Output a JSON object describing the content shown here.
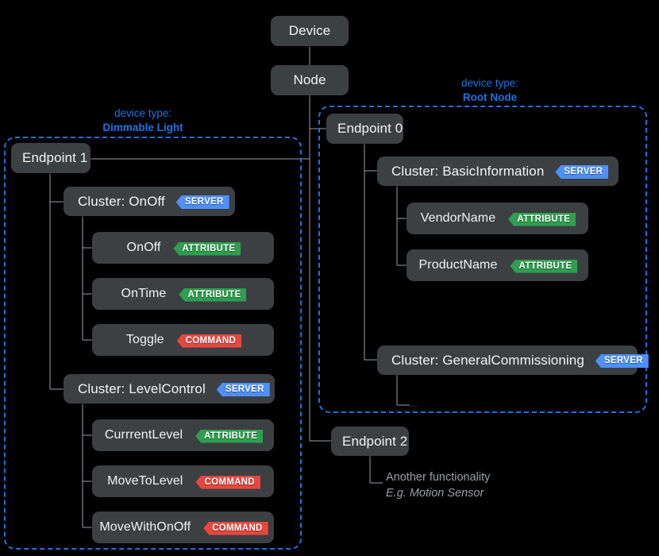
{
  "diagram": {
    "title_nodes": {
      "device": "Device",
      "node": "Node"
    },
    "groups": [
      {
        "id": "dimmable-light",
        "caption_line1": "device type:",
        "caption_line2": "Dimmable Light"
      },
      {
        "id": "root-node",
        "caption_line1": "device type:",
        "caption_line2": "Root Node"
      }
    ],
    "endpoints": {
      "endpoint1": "Endpoint 1",
      "endpoint0": "Endpoint 0",
      "endpoint2": "Endpoint 2"
    },
    "clusters": {
      "onoff": {
        "label": "Cluster: OnOff",
        "badge": "SERVER"
      },
      "levelcontrol": {
        "label": "Cluster: LevelControl",
        "badge": "SERVER"
      },
      "basicinformation": {
        "label": "Cluster: BasicInformation",
        "badge": "SERVER"
      },
      "generalcommissioning": {
        "label": "Cluster: GeneralCommissioning",
        "badge": "SERVER"
      }
    },
    "items": {
      "onoff_attr": {
        "label": "OnOff",
        "badge": "ATTRIBUTE"
      },
      "ontime_attr": {
        "label": "OnTime",
        "badge": "ATTRIBUTE"
      },
      "toggle_cmd": {
        "label": "Toggle",
        "badge": "COMMAND"
      },
      "currentlevel_attr": {
        "label": "CurrrentLevel",
        "badge": "ATTRIBUTE"
      },
      "movetolevel_cmd": {
        "label": "MoveToLevel",
        "badge": "COMMAND"
      },
      "movewithonoff_cmd": {
        "label": "MoveWithOnOff",
        "badge": "COMMAND"
      }
    },
    "more_indicator": "...",
    "note": {
      "line1": "Another functionality",
      "line2": "E.g. Motion Sensor"
    },
    "colors": {
      "background": "#000000",
      "box": "#3c4043",
      "accent_blue": "#1a73e8",
      "badge_server": "#4d90fe",
      "badge_attribute": "#2e9e4f",
      "badge_command": "#e8473f",
      "wire": "#9aa0a6",
      "text": "#f1f3f4"
    }
  }
}
